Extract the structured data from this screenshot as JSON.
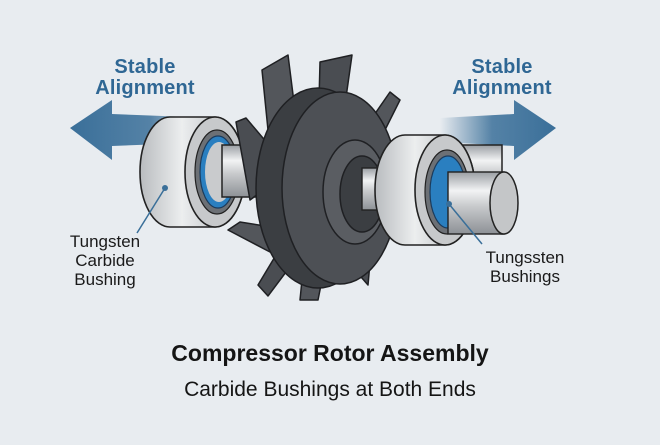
{
  "diagram": {
    "title": "Compressor Rotor Assembly",
    "subtitle": "Carbide Bushings at Both Ends",
    "labels": {
      "left_arrow": {
        "line1": "Stable",
        "line2": "Alignment"
      },
      "right_arrow": {
        "line1": "Stable",
        "line2": "Alignment"
      },
      "left_bushing": {
        "line1": "Tungsten",
        "line2": "Carbide",
        "line3": "Bushing"
      },
      "right_bushing": {
        "line1": "Tungssten",
        "line2": "Bushings"
      }
    },
    "components": [
      "impeller-rotor",
      "shaft",
      "left-bushing",
      "right-bushing",
      "left-arrow",
      "right-arrow"
    ],
    "colors": {
      "background": "#e8ecf0",
      "arrow_blue": "#3a6f99",
      "label_blue": "#2f6794",
      "rotor_dark": "#4a4d52",
      "bushing_silver": "#c9cbcd",
      "seal_blue": "#2a7fc0"
    }
  }
}
